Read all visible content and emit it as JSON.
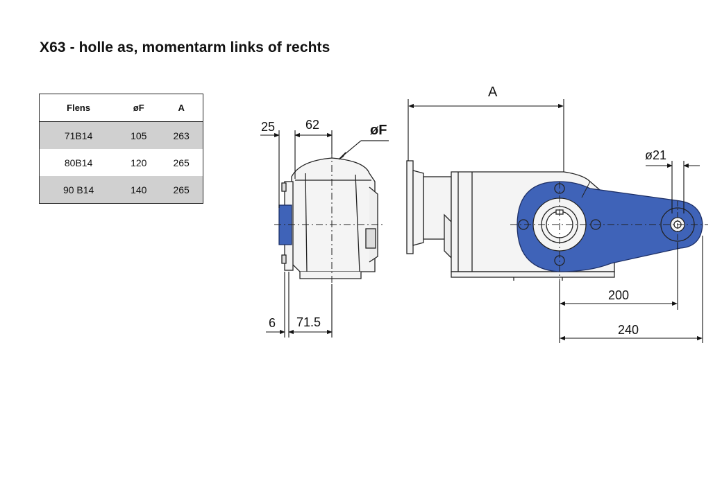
{
  "title": "X63 - holle as, momentarm links of rechts",
  "table": {
    "headers": [
      "Flens",
      "øF",
      "A"
    ],
    "rows": [
      [
        "71B14",
        "105",
        "263"
      ],
      [
        "80B14",
        "120",
        "265"
      ],
      [
        "90 B14",
        "140",
        "265"
      ]
    ]
  },
  "drawing": {
    "labels": {
      "dim_25": "25",
      "dim_62": "62",
      "dim_oF": "øF",
      "dim_6": "6",
      "dim_71_5": "71.5",
      "dim_A": "A",
      "dim_o21": "ø21",
      "dim_200": "200",
      "dim_240": "240"
    },
    "colors": {
      "arm_blue": "#3f63b8",
      "body_outline": "#222222",
      "body_fill": "#f4f4f4"
    }
  }
}
